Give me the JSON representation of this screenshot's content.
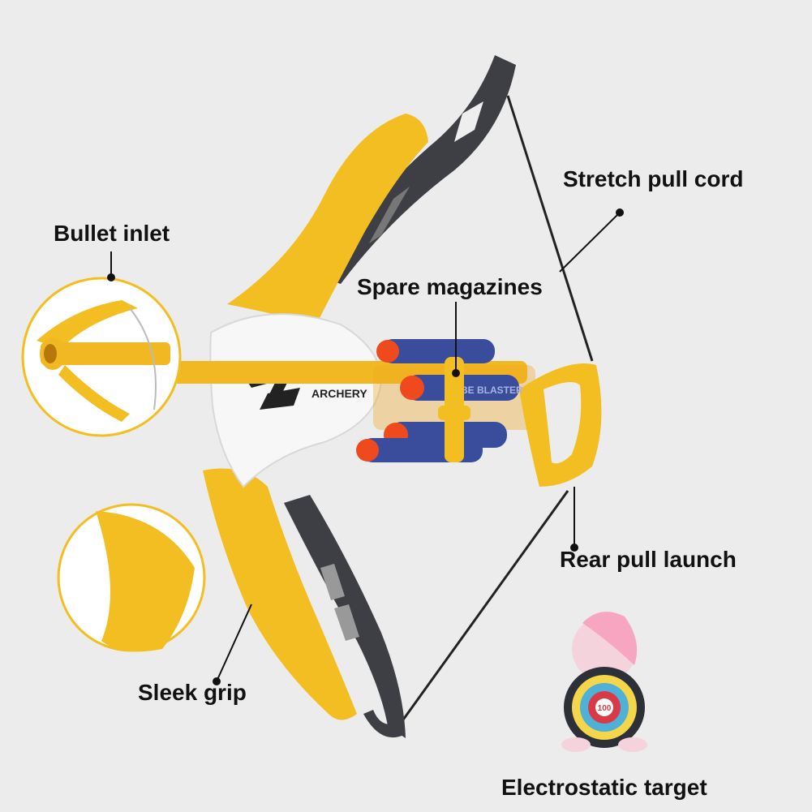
{
  "labels": {
    "stretch_pull_cord": "Stretch pull cord",
    "bullet_inlet": "Bullet inlet",
    "spare_magazines": "Spare magazines",
    "rear_pull_launch": "Rear pull launch",
    "sleek_grip": "Sleek grip",
    "electrostatic_target": "Electrostatic target"
  },
  "product": {
    "bow_logo_text": "ARCHERY",
    "dart_text": "TUBE BLASTER",
    "target_center": "100"
  },
  "colors": {
    "background": "#ececec",
    "bow_yellow": "#f2be22",
    "bow_dark": "#3d3f44",
    "body_white": "#f7f7f7",
    "dart_blue": "#3a4d9c",
    "dart_tip": "#ee4a1e"
  }
}
